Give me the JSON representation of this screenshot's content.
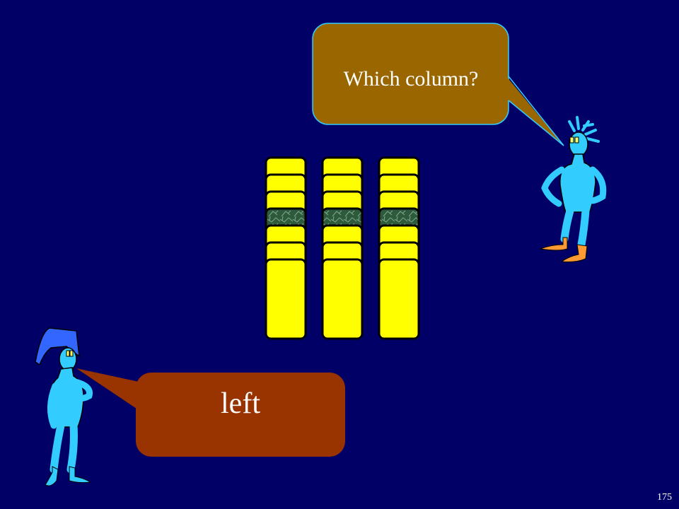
{
  "question_bubble": {
    "text": "Which column?",
    "fill": "#996600"
  },
  "answer_bubble": {
    "text": "left",
    "fill": "#993300"
  },
  "card_columns": {
    "count": 3,
    "cards_per_column": 7,
    "face_down_index": 3,
    "card_color": "#ffff00",
    "face_down_color": "#2e5a3c"
  },
  "slide_number": "175",
  "colors": {
    "background": "#000066",
    "figure": "#33ccff",
    "hat": "#3366ff",
    "shoes": "#ff9933"
  }
}
